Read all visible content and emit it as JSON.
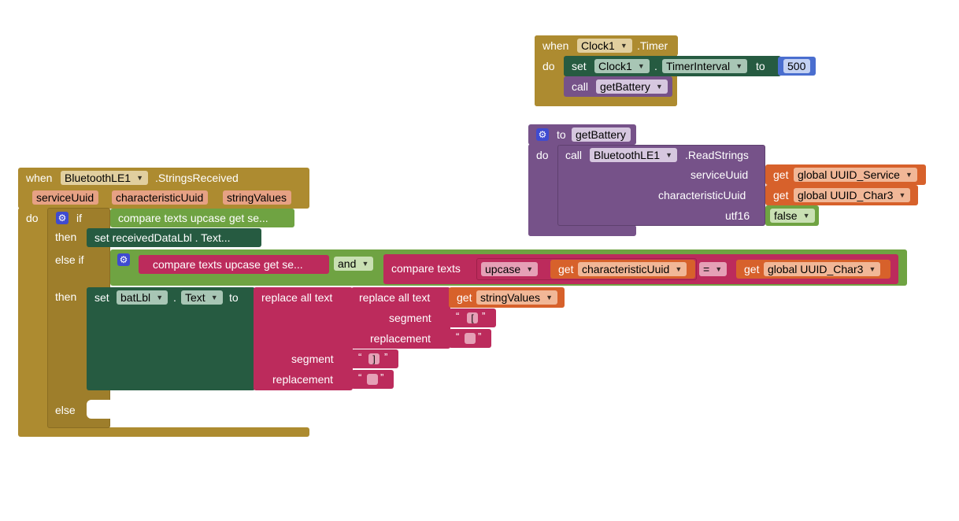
{
  "clock_block": {
    "when": "when",
    "component": "Clock1",
    "event": ".Timer",
    "do": "do",
    "set": "set",
    "set_component": "Clock1",
    "dot": ".",
    "property": "TimerInterval",
    "to": "to",
    "value": "500",
    "call": "call",
    "procedure": "getBattery"
  },
  "proc_block": {
    "to": "to",
    "name": "getBattery",
    "do": "do",
    "call": "call",
    "component": "BluetoothLE1",
    "method": ".ReadStrings",
    "params": [
      {
        "label": "serviceUuid",
        "get": "get",
        "var": "global UUID_Service"
      },
      {
        "label": "characteristicUuid",
        "get": "get",
        "var": "global UUID_Char3"
      },
      {
        "label": "utf16",
        "value": "false"
      }
    ]
  },
  "ble_block": {
    "when": "when",
    "component": "BluetoothLE1",
    "event": ".StringsReceived",
    "params": [
      "serviceUuid",
      "characteristicUuid",
      "stringValues"
    ],
    "do": "do",
    "if": "if",
    "then": "then",
    "else_if": "else if",
    "else": "else",
    "cond1": "compare texts upcase get se...",
    "then1": "set receivedDataLbl . Text...",
    "cond2a": "compare texts upcase get se...",
    "and": "and",
    "cond2b": {
      "compare": "compare texts",
      "upcase": "upcase",
      "get": "get",
      "var": "characteristicUuid",
      "op": "=",
      "get2": "get",
      "var2": "global UUID_Char3"
    },
    "then2": {
      "set": "set",
      "component": "batLbl",
      "dot": ".",
      "property": "Text",
      "to": "to",
      "outer_replace": "replace all text",
      "inner_replace": "replace all text",
      "get": "get",
      "var": "stringValues",
      "segment": "segment",
      "replacement": "replacement",
      "inner_segment_value": "[",
      "outer_segment_value": "]",
      "quote_open": "“",
      "quote_close": "”"
    }
  }
}
